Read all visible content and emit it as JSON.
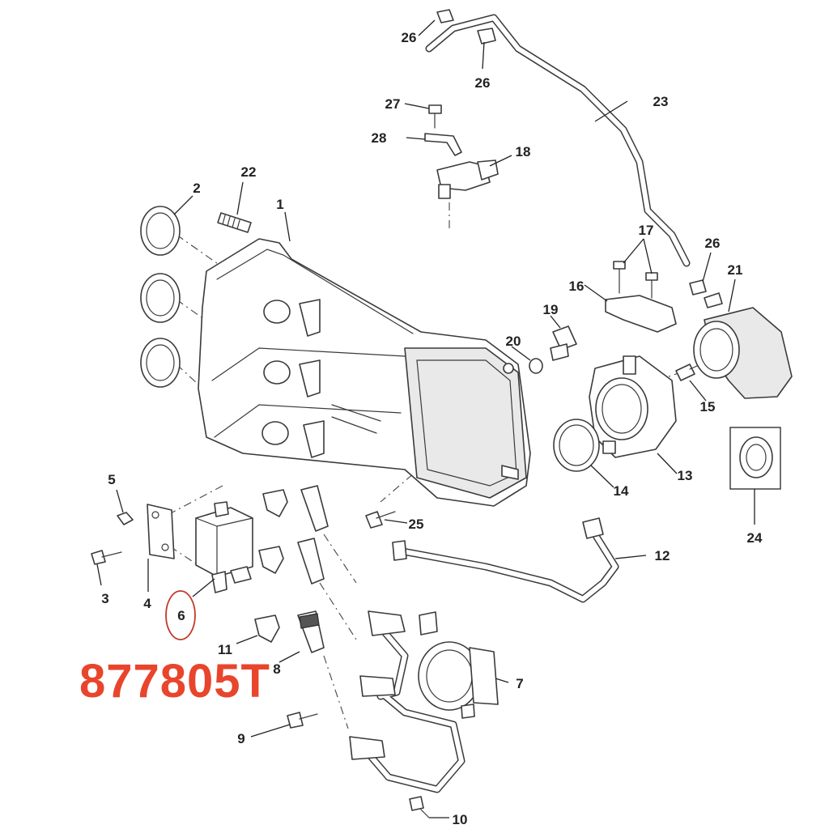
{
  "part_number": {
    "text": "877805T",
    "color": "#e8452c"
  },
  "highlight_color": "#c23a2a",
  "callouts": [
    {
      "id": "c1",
      "label": "1"
    },
    {
      "id": "c2",
      "label": "2"
    },
    {
      "id": "c3",
      "label": "3"
    },
    {
      "id": "c4",
      "label": "4"
    },
    {
      "id": "c5",
      "label": "5"
    },
    {
      "id": "c6",
      "label": "6"
    },
    {
      "id": "c7",
      "label": "7"
    },
    {
      "id": "c8",
      "label": "8"
    },
    {
      "id": "c9",
      "label": "9"
    },
    {
      "id": "c10",
      "label": "10"
    },
    {
      "id": "c11",
      "label": "11"
    },
    {
      "id": "c12",
      "label": "12"
    },
    {
      "id": "c13",
      "label": "13"
    },
    {
      "id": "c14",
      "label": "14"
    },
    {
      "id": "c15",
      "label": "15"
    },
    {
      "id": "c16",
      "label": "16"
    },
    {
      "id": "c17",
      "label": "17"
    },
    {
      "id": "c18",
      "label": "18"
    },
    {
      "id": "c19",
      "label": "19"
    },
    {
      "id": "c20",
      "label": "20"
    },
    {
      "id": "c21",
      "label": "21"
    },
    {
      "id": "c22",
      "label": "22"
    },
    {
      "id": "c23",
      "label": "23"
    },
    {
      "id": "c24",
      "label": "24"
    },
    {
      "id": "c25",
      "label": "25"
    },
    {
      "id": "c26a",
      "label": "26"
    },
    {
      "id": "c26b",
      "label": "26"
    },
    {
      "id": "c26c",
      "label": "26"
    },
    {
      "id": "c27",
      "label": "27"
    },
    {
      "id": "c28",
      "label": "28"
    }
  ]
}
